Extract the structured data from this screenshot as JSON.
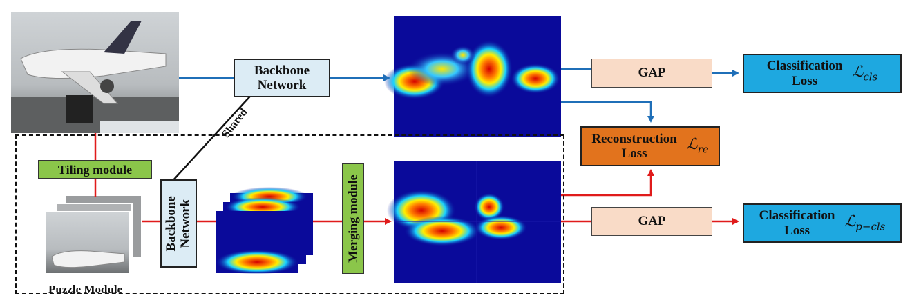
{
  "backbone_top": "Backbone\nNetwork",
  "backbone_bottom": "Backbone\nNetwork",
  "shared": "Shared",
  "tiling_module": "Tiling module",
  "merging_module": "Merging module",
  "puzzle_module": "Puzzle Module",
  "gap_top": "GAP",
  "gap_bottom": "GAP",
  "cls_top": {
    "label": "Classification\nLoss",
    "symbol": "ℒ",
    "sub": "cls"
  },
  "cls_bottom": {
    "label": "Classification\nLoss",
    "symbol": "ℒ",
    "sub": "p−cls"
  },
  "reconstruction": {
    "label": "Reconstruction\nLoss",
    "symbol": "ℒ",
    "sub": "re"
  },
  "colors": {
    "blue_arrow": "#1f6fb8",
    "red_arrow": "#e01b1b",
    "heat_bg": "#0a0a9a"
  }
}
